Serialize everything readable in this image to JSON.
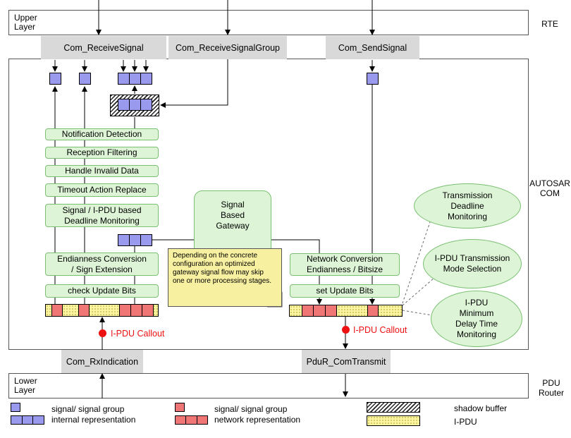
{
  "layers": {
    "upper": "Upper\nLayer",
    "rte": "RTE",
    "autosar_com": "AUTOSAR\nCOM",
    "lower": "Lower\nLayer",
    "pdu_router": "PDU\nRouter"
  },
  "apis": {
    "receive_signal": "Com_ReceiveSignal",
    "receive_signal_group": "Com_ReceiveSignalGroup",
    "send_signal": "Com_SendSignal",
    "rx_indication": "Com_RxIndication",
    "pdur_transmit": "PduR_ComTransmit"
  },
  "rx_steps": [
    "Notification Detection",
    "Reception Filtering",
    "Handle Invalid Data",
    "Timeout Action Replace",
    "Signal / I-PDU based\nDeadline Monitoring",
    "Endianness Conversion\n/ Sign Extension",
    "check Update Bits"
  ],
  "gateway": "Signal\nBased\nGateway",
  "gateway_note": "Depending on the concrete configuration an optimized gateway signal flow may skip one or more processing stages.",
  "tx_steps": [
    "Network Conversion\nEndianness / Bitsize",
    "set Update Bits"
  ],
  "tx_features": [
    "Transmission\nDeadline\nMonitoring",
    "I-PDU Transmission\nMode Selection",
    "I-PDU\nMinimum\nDelay Time\nMonitoring"
  ],
  "callouts": {
    "rx": "I-PDU Callout",
    "tx": "I-PDU Callout"
  },
  "legend": {
    "signal_internal_1": "signal/ signal group",
    "signal_internal_2": "internal representation",
    "signal_network_1": "signal/ signal group",
    "signal_network_2": "network representation",
    "shadow_buffer": "shadow buffer",
    "ipdu": "I-PDU"
  },
  "colors": {
    "internal_signal": "#9999ee",
    "network_signal": "#f07575",
    "process_box": "#ddf5d6",
    "ipdu": "#fbf4a0",
    "callout": "#ee1111"
  }
}
